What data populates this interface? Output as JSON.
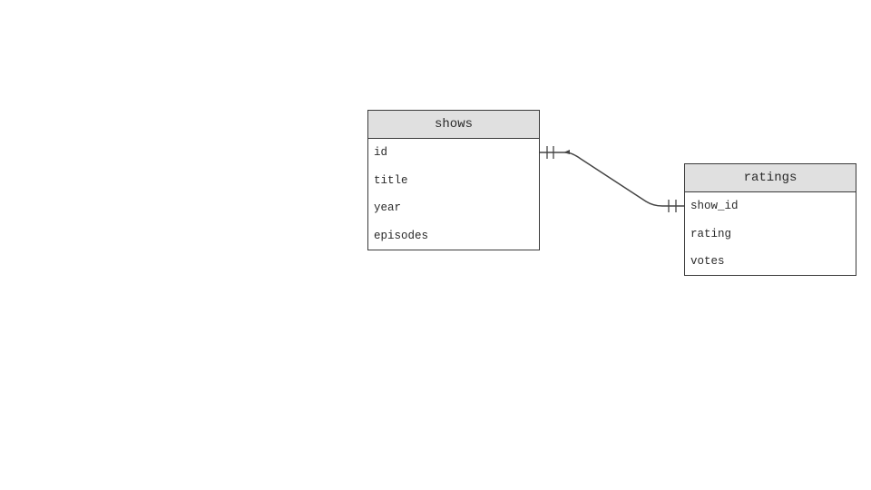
{
  "diagram": {
    "type": "entity-relationship",
    "entities": [
      {
        "name": "shows",
        "fields": [
          "id",
          "title",
          "year",
          "episodes"
        ]
      },
      {
        "name": "ratings",
        "fields": [
          "show_id",
          "rating",
          "votes"
        ]
      }
    ],
    "relationships": [
      {
        "from": "shows.id",
        "to": "ratings.show_id",
        "from_cardinality": "one-and-only-one",
        "to_cardinality": "one-and-only-one"
      }
    ]
  },
  "colors": {
    "header_fill": "#e0e0e0",
    "border": "#3a3a3a",
    "line": "#444444",
    "background": "#ffffff"
  }
}
